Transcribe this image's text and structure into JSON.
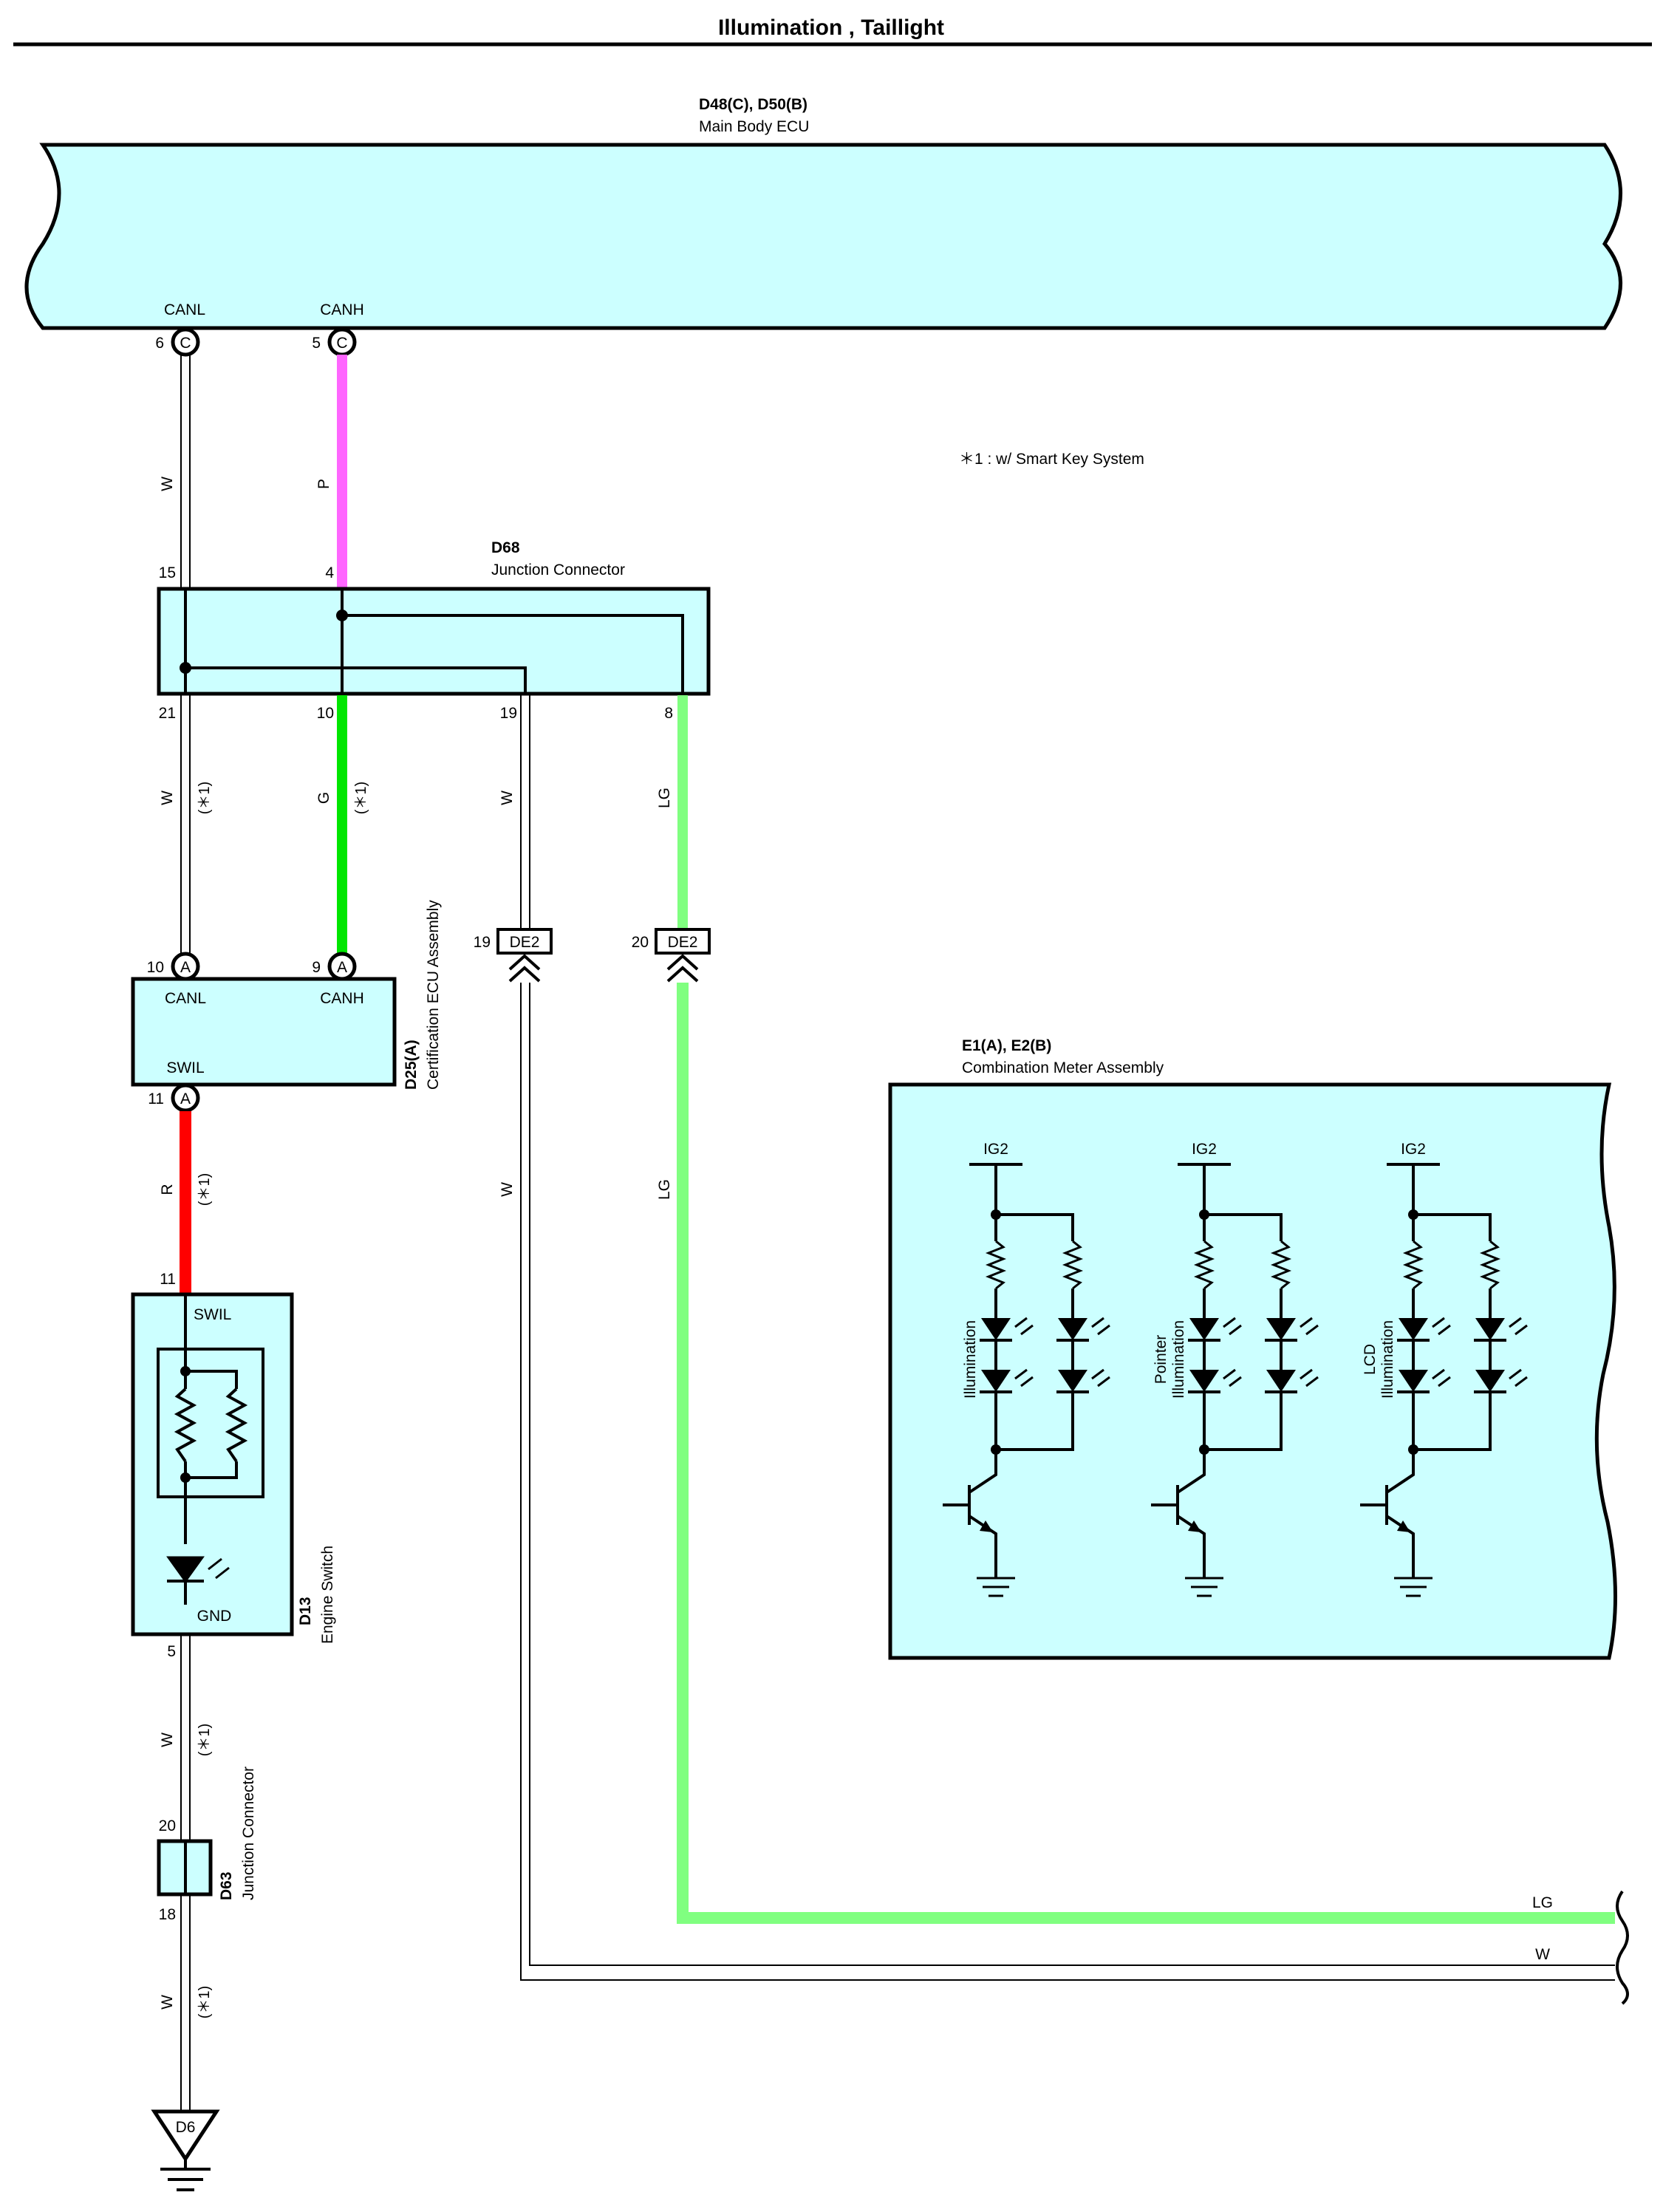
{
  "title": "Illumination , Taillight",
  "note": "＊1 : w/ Smart Key System",
  "components": {
    "main_ecu": {
      "code": "D48(C), D50(B)",
      "name": "Main Body ECU",
      "pin_canl": "CANL",
      "pin_canh": "CANH",
      "pin_canl_no": "6",
      "pin_canh_no": "5",
      "conn": "C"
    },
    "d68": {
      "code": "D68",
      "name": "Junction Connector",
      "pin15": "15",
      "pin4": "4",
      "pin21": "21",
      "pin10": "10",
      "pin19": "19",
      "pin8": "8"
    },
    "d25": {
      "code": "D25(A)",
      "name": "Certification ECU Assembly",
      "canl": "CANL",
      "canh": "CANH",
      "swil": "SWIL",
      "pin10": "10",
      "pin9": "9",
      "pin11": "11",
      "conn": "A"
    },
    "d13": {
      "code": "D13",
      "name": "Engine Switch",
      "swil": "SWIL",
      "gnd": "GND",
      "pin11": "11",
      "pin5": "5"
    },
    "d63": {
      "code": "D63",
      "name": "Junction Connector",
      "pin20": "20",
      "pin18": "18"
    },
    "d6": {
      "label": "D6"
    },
    "de2": {
      "label": "DE2",
      "pin19": "19",
      "pin20": "20"
    },
    "meter": {
      "code": "E1(A), E2(B)",
      "name": "Combination Meter Assembly",
      "ig": "IG2",
      "groups": [
        [
          "Illumination"
        ],
        [
          "Pointer",
          "Illumination"
        ],
        [
          "LCD",
          "Illumination"
        ]
      ]
    }
  },
  "wires": {
    "w": "W",
    "p": "P",
    "g": "G",
    "lg": "LG",
    "r": "R",
    "star": "(＊1)"
  },
  "colors": {
    "pink": "#ff66ff",
    "green": "#00e600",
    "light_green": "#80ff80",
    "red": "#ff0000",
    "fill": "#ccffff"
  }
}
